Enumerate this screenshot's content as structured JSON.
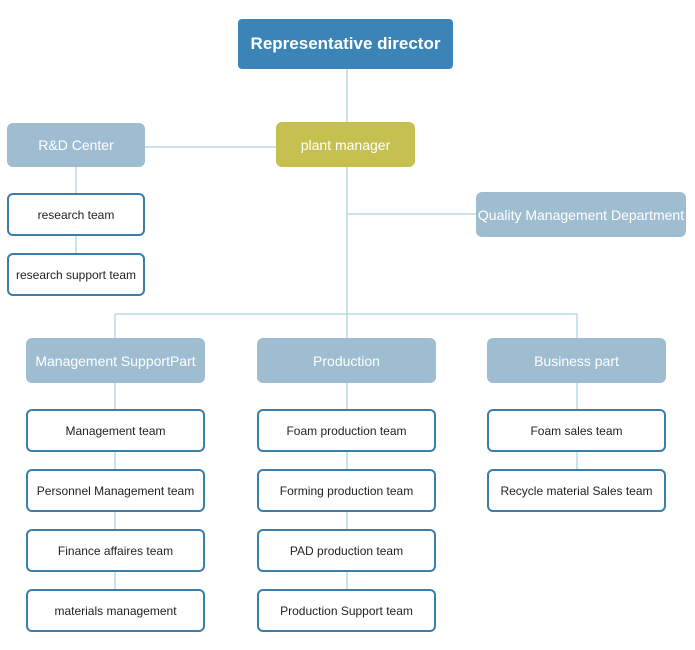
{
  "org": {
    "director": "Representative director",
    "plant_manager": "plant manager",
    "rd_center": {
      "label": "R&D Center",
      "teams": [
        "research team",
        "research support team"
      ]
    },
    "quality": "Quality Management Department",
    "management": {
      "label": "Management SupportPart",
      "teams": [
        "Management team",
        "Personnel Management team",
        "Finance affaires team",
        "materials management"
      ]
    },
    "production": {
      "label": "Production",
      "teams": [
        "Foam production team",
        "Forming production team",
        "PAD production team",
        "Production Support team"
      ]
    },
    "business": {
      "label": "Business part",
      "teams": [
        "Foam sales team",
        "Recycle material Sales team"
      ]
    }
  },
  "colors": {
    "director": "#3b84b8",
    "plant_manager": "#c6c051",
    "department": "#9fbdd1",
    "team_border": "#3a7ea9",
    "connector": "#a6d2e0"
  }
}
